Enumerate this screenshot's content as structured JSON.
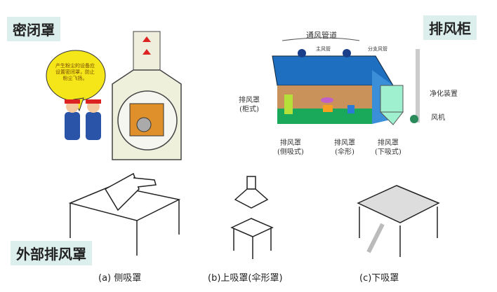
{
  "tags": {
    "closed_hood": "密闭罩",
    "fume_cabinet": "排风柜",
    "external_hood": "外部排风罩"
  },
  "closed_hood": {
    "speech_bubble": "产生粉尘的设备应设置密闭罩，防止粉尘飞扬。"
  },
  "cabinet_diagram": {
    "duct": "通风管道",
    "main_duct": "主风管",
    "branch_duct": "分支风管",
    "hood_cabinet": [
      "排风罩",
      "(柜式)"
    ],
    "hood_side": [
      "排风罩",
      "(侧吸式)"
    ],
    "hood_umbrella": [
      "排风罩",
      "(伞形)"
    ],
    "hood_down": [
      "排风罩",
      "(下吸式)"
    ],
    "purifier": "净化装置",
    "fan": "风机"
  },
  "captions": {
    "a": "(a) 侧吸罩",
    "b": "(b)上吸罩(伞形罩)",
    "c": "(c)下吸罩"
  },
  "colors": {
    "tag_bg": "#dcefec",
    "roof": "#1f6fc0",
    "floor": "#1aa85a",
    "wall": "#c8925a",
    "bubble": "#f5e61a"
  }
}
